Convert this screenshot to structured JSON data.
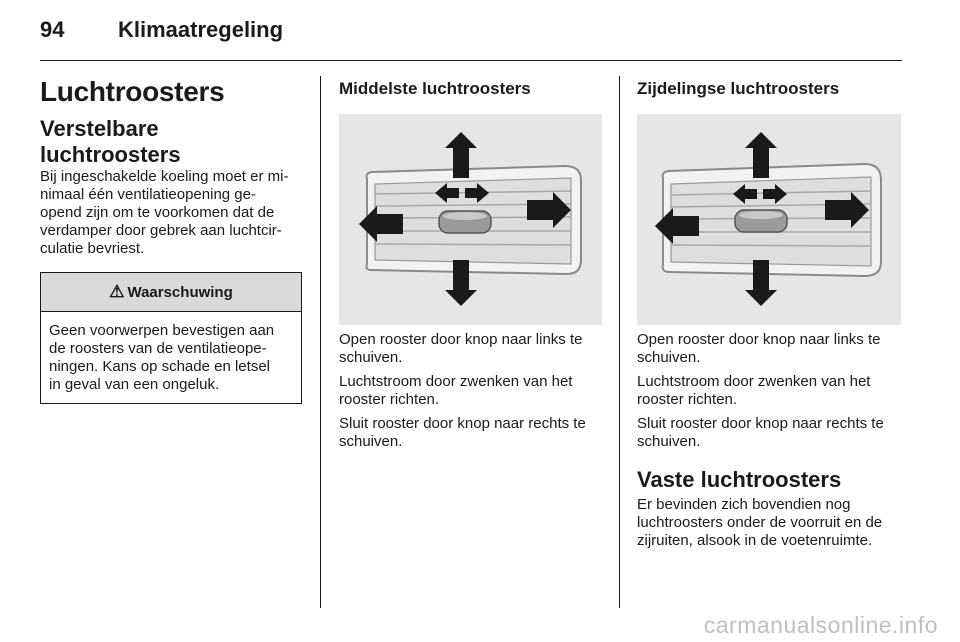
{
  "header": {
    "page_number": "94",
    "chapter": "Klimaatregeling"
  },
  "col1": {
    "title": "Luchtroosters",
    "section": "Verstelbare luchtroosters",
    "intro": [
      "Bij ingeschakelde koeling moet er mi-",
      "nimaal één ventilatieopening ge-",
      "opend zijn om te voorkomen dat de",
      "verdamper door gebrek aan luchtcir-",
      "culatie bevriest."
    ],
    "warning": {
      "icon": "warning-triangle-icon",
      "symbol": "⚠",
      "title": "Waarschuwing",
      "lines": [
        "Geen voorwerpen bevestigen aan",
        "de roosters van de ventilatieope-",
        "ningen. Kans op schade en letsel",
        "in geval van een ongeluk."
      ]
    }
  },
  "col2": {
    "heading": "Middelste luchtroosters",
    "paragraphs": [
      [
        "Open rooster door knop naar links te",
        "schuiven."
      ],
      [
        "Luchtstroom door zwenken van het",
        "rooster richten."
      ],
      [
        "Sluit rooster door knop naar rechts te",
        "schuiven."
      ]
    ]
  },
  "col3": {
    "heading": "Zijdelingse luchtroosters",
    "paragraphs": [
      [
        "Open rooster door knop naar links te",
        "schuiven."
      ],
      [
        "Luchtstroom door zwenken van het",
        "rooster richten."
      ],
      [
        "Sluit rooster door knop naar rechts te",
        "schuiven."
      ]
    ],
    "section": "Vaste luchtroosters",
    "section_lines": [
      "Er bevinden zich bovendien nog",
      "luchtroosters onder de voorruit en de",
      "zijruiten, alsook in de voetenruimte."
    ]
  },
  "watermark": "carmanualsonline.info",
  "colors": {
    "text": "#1a1a1a",
    "warning_header_bg": "#d9d9d9",
    "illustration_bg": "#e6e6e6",
    "watermark": "#c0c0c0"
  }
}
